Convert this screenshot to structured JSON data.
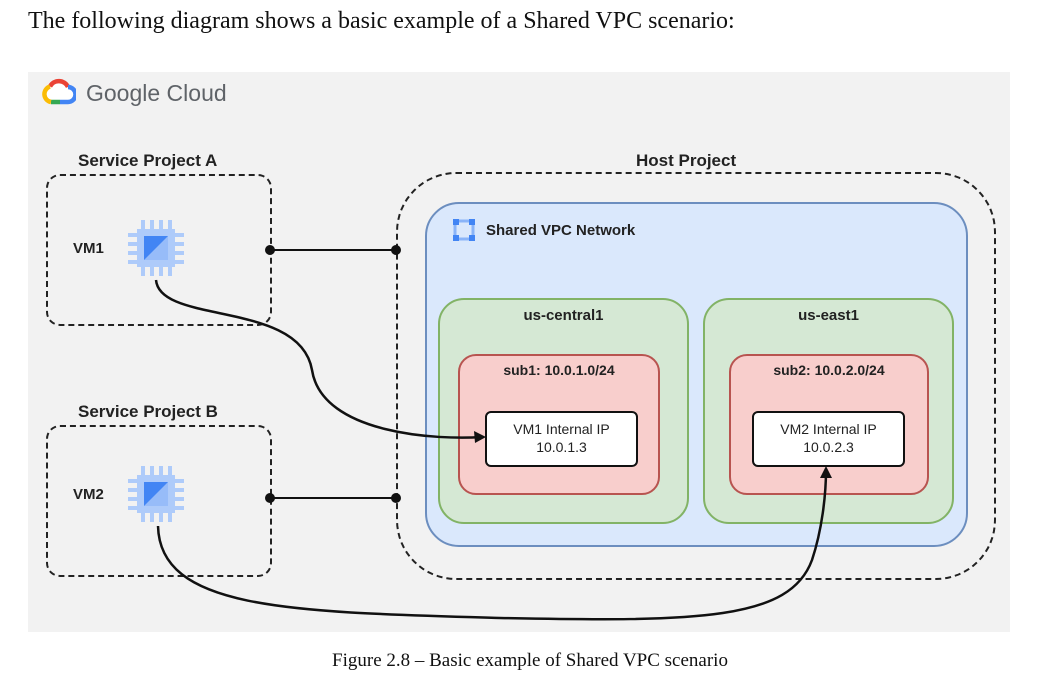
{
  "intro_text": "The following diagram shows a basic example of a Shared VPC scenario:",
  "caption": "Figure 2.8 – Basic example of Shared VPC scenario",
  "diagram": {
    "brand": "Google Cloud",
    "service_project_a": {
      "label": "Service Project A",
      "vm_label": "VM1"
    },
    "service_project_b": {
      "label": "Service Project B",
      "vm_label": "VM2"
    },
    "host_project": {
      "label": "Host Project"
    },
    "network": {
      "label": "Shared VPC Network"
    },
    "regions": [
      {
        "name": "us-central1",
        "subnet": "sub1: 10.0.1.0/24",
        "ip_title": "VM1 Internal IP",
        "ip": "10.0.1.3"
      },
      {
        "name": "us-east1",
        "subnet": "sub2: 10.0.2.0/24",
        "ip_title": "VM2 Internal IP",
        "ip": "10.0.2.3"
      }
    ]
  },
  "colors": {
    "canvas_bg": "#f2f2f2",
    "vpc_fill": "#dae8fc",
    "vpc_border": "#6c8ebf",
    "region_fill": "#d5e8d4",
    "region_border": "#82b366",
    "subnet_fill": "#f8cecc",
    "subnet_border": "#b85450",
    "chip_blue": "#4285f4"
  }
}
